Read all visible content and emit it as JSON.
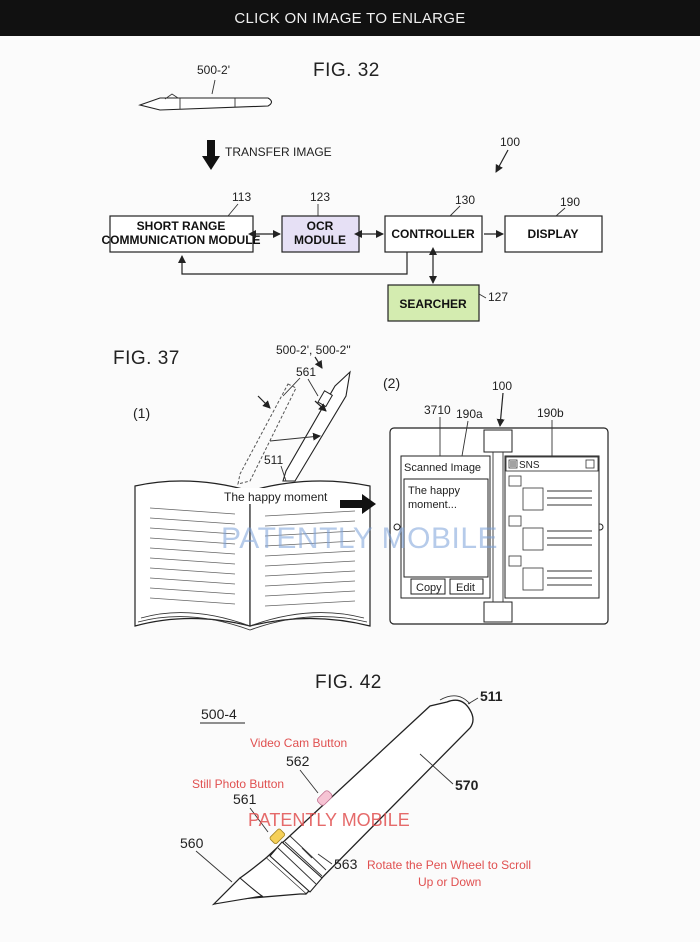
{
  "header": {
    "text": "CLICK ON IMAGE TO ENLARGE"
  },
  "fig32": {
    "title": "FIG. 32",
    "pen_ref": "500-2'",
    "transfer_label": "TRANSFER IMAGE",
    "system_ref": "100",
    "boxes": [
      {
        "ref": "113",
        "lines": [
          "SHORT RANGE",
          "COMMUNICATION MODULE"
        ],
        "color": "#ffffff"
      },
      {
        "ref": "123",
        "lines": [
          "OCR",
          "MODULE"
        ],
        "color": "#e6e0f5"
      },
      {
        "ref": "130",
        "lines": [
          "CONTROLLER"
        ],
        "color": "#ffffff"
      },
      {
        "ref": "190",
        "lines": [
          "DISPLAY"
        ],
        "color": "#ffffff"
      },
      {
        "ref": "127",
        "lines": [
          "SEARCHER"
        ],
        "color": "#d4ecb0"
      }
    ]
  },
  "fig37": {
    "title": "FIG. 37",
    "pen_refs": "500-2', 500-2\"",
    "button_ref": "561",
    "step1": "(1)",
    "step2": "(2)",
    "device_ref": "100",
    "tip_ref": "511",
    "book_text": "The happy moment",
    "panel_refs": [
      "3710",
      "190a",
      "190b"
    ],
    "scanned_title": "Scanned Image",
    "scanned_text": [
      "The happy",
      "moment..."
    ],
    "copy_button": "Copy",
    "edit_button": "Edit",
    "sns_label": "SNS",
    "watermark": "PATENTLY MOBILE"
  },
  "fig42": {
    "title": "FIG. 42",
    "model_ref": "500-4",
    "video_label": "Video Cam Button",
    "video_ref": "562",
    "still_label": "Still Photo Button",
    "still_ref": "561",
    "tip_ref": "560",
    "top_ref": "511",
    "body_ref": "570",
    "wheel_ref": "563",
    "wheel_label_1": "Rotate the Pen Wheel to Scroll",
    "wheel_label_2": "Up or Down",
    "watermark": "PATENTLY MOBILE",
    "video_button_color": "#f6c4d4",
    "still_button_color": "#f5d058"
  }
}
